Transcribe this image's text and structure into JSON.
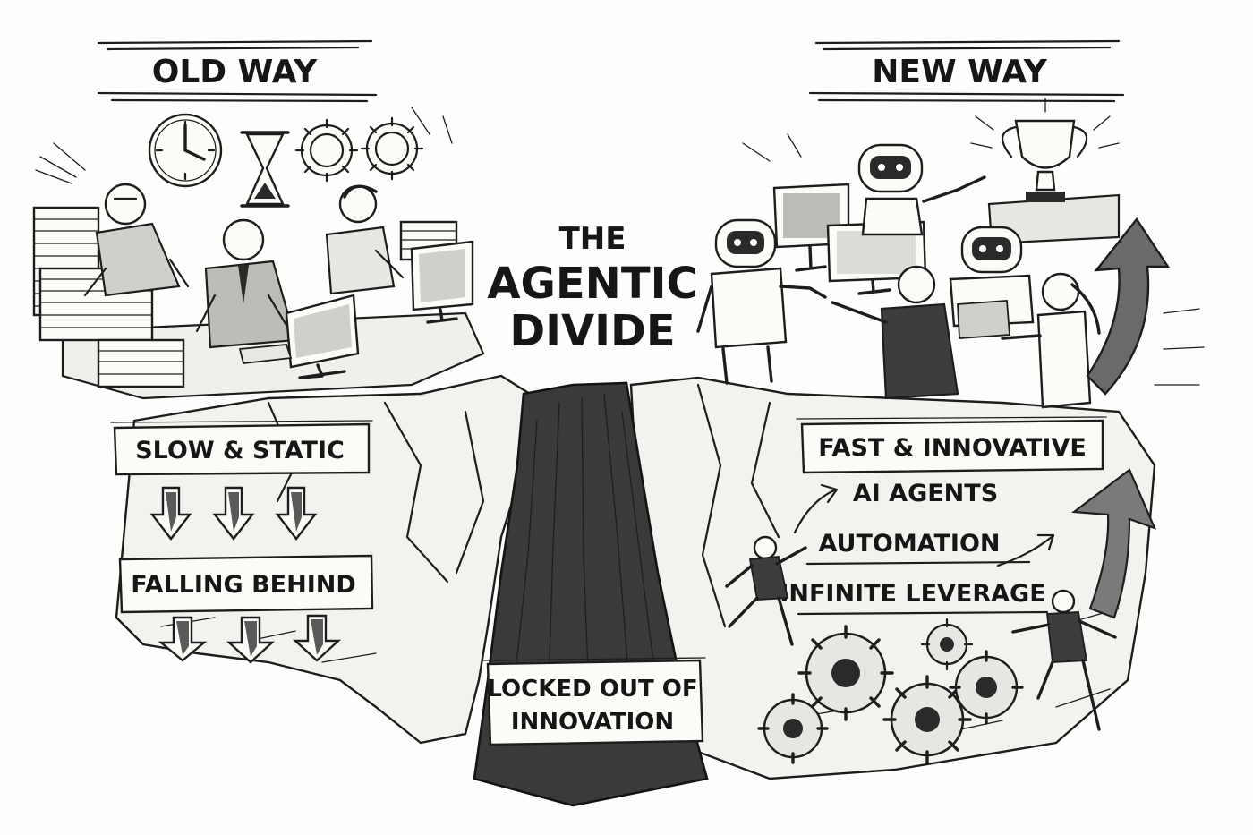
{
  "old_way": {
    "heading": "OLD WAY",
    "label_top": "SLOW & STATIC",
    "label_bottom": "FALLING BEHIND"
  },
  "new_way": {
    "heading": "NEW WAY",
    "label_top": "FAST & INNOVATIVE",
    "items": [
      "AI AGENTS",
      "AUTOMATION",
      "INFINITE LEVERAGE"
    ]
  },
  "center": {
    "title_small": "THE",
    "title_line1": "AGENTIC",
    "title_line2": "DIVIDE"
  },
  "chasm": {
    "label_line1": "LOCKED OUT OF",
    "label_line2": "INNOVATION"
  },
  "icons": [
    "clock-icon",
    "hourglass-icon",
    "gear-icon",
    "robot-icon",
    "monitor-icon",
    "trophy-icon",
    "arrow-up-icon",
    "arrow-down-icon"
  ],
  "colors": {
    "ink": "#1d1d1d",
    "paper": "#fdfdfb"
  }
}
